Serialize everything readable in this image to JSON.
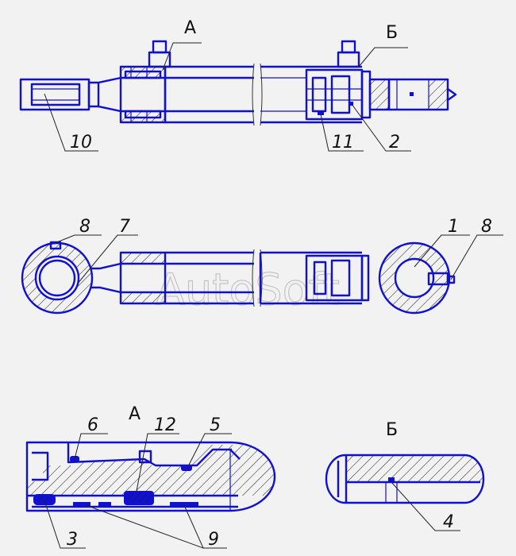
{
  "diagram": {
    "title_a_top": "А",
    "title_b_top": "Б",
    "title_a_detail": "А",
    "title_b_detail": "Б",
    "watermark": "AutoSoft",
    "callouts": {
      "c10": "10",
      "c11": "11",
      "c2": "2",
      "c8_left": "8",
      "c7": "7",
      "c1": "1",
      "c8_right": "8",
      "c6": "6",
      "c12": "12",
      "c5": "5",
      "c3": "3",
      "c9": "9",
      "c4": "4"
    },
    "colors": {
      "outline": "#1010d0",
      "leader": "#222222",
      "background": "#f2f2f2",
      "watermark": "#c4c4c4"
    }
  }
}
